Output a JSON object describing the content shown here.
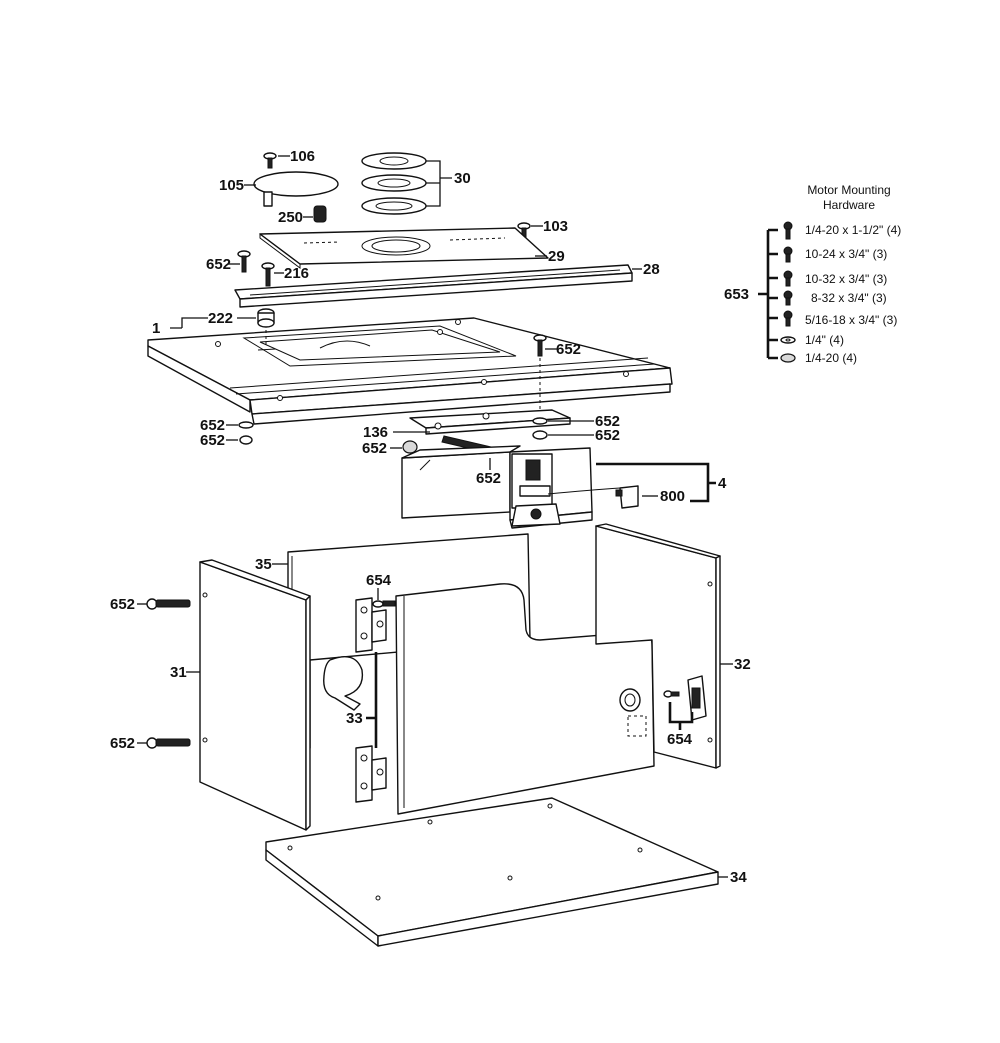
{
  "legend": {
    "title_line1": "Motor Mounting",
    "title_line2": "Hardware",
    "group_callout": "653",
    "items": [
      {
        "label": "1/4-20 x 1-1/2\" (4)",
        "icon": "screw-icon"
      },
      {
        "label": "10-24 x 3/4\" (3)",
        "icon": "screw-icon"
      },
      {
        "label": "10-32 x 3/4\" (3)",
        "icon": "screw-icon"
      },
      {
        "label": "8-32 x 3/4\" (3)",
        "icon": "screw-icon"
      },
      {
        "label": "5/16-18 x 3/4\" (3)",
        "icon": "screw-icon"
      },
      {
        "label": "1/4\" (4)",
        "icon": "washer-icon"
      },
      {
        "label": "1/4-20 (4)",
        "icon": "nut-icon"
      }
    ]
  },
  "callouts": {
    "c106": "106",
    "c105": "105",
    "c30": "30",
    "c250": "250",
    "c103": "103",
    "c29": "29",
    "c652_plate": "652",
    "c216": "216",
    "c28": "28",
    "c1": "1",
    "c222": "222",
    "c652_table": "652",
    "c652_under1": "652",
    "c652_under2": "652",
    "c136": "136",
    "c652_r1": "652",
    "c652_r2": "652",
    "c652_nut": "652",
    "c652_switch": "652",
    "c4": "4",
    "c800": "800",
    "c35": "35",
    "c654_top": "654",
    "c652_bolt1": "652",
    "c31": "31",
    "c32": "32",
    "c33": "33",
    "c654_right": "654",
    "c652_bolt2": "652",
    "c34": "34"
  }
}
